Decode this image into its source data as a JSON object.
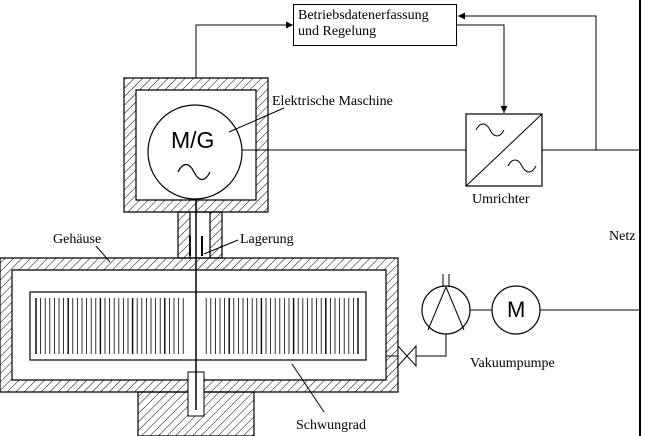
{
  "labels": {
    "control_line1": "Betriebsdatenerfassung",
    "control_line2": "und Regelung",
    "machine": "Elektrische Maschine",
    "motor_generator": "M/G",
    "converter": "Umrichter",
    "grid": "Netz",
    "housing": "Gehäuse",
    "bearing": "Lagerung",
    "motor": "M",
    "vacuum_pump": "Vakuumpumpe",
    "flywheel": "Schwungrad"
  }
}
